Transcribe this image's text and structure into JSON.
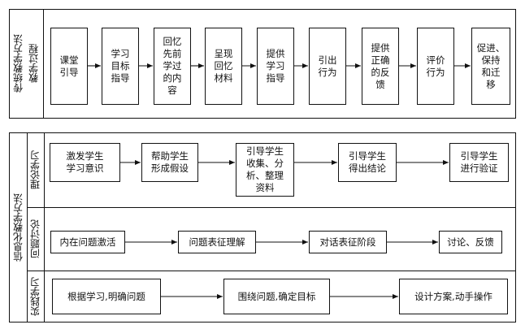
{
  "top": {
    "label_outer": "传统教学方法",
    "label_inner": "教学过程",
    "steps": [
      "课堂\n引导",
      "学习\n目标\n指导",
      "回忆\n先前\n学过\n的内\n容",
      "呈现\n回忆\n材料",
      "提供\n学习\n指导",
      "引出\n行为",
      "提供\n正确\n的反\n馈",
      "评价\n行为",
      "促进、\n保持\n和迁\n移"
    ]
  },
  "bottom": {
    "label_outer": "信息化教学方法",
    "rows": [
      {
        "label": "理论学习",
        "steps": [
          "激发学生\n学习意识",
          "帮助学生\n形成假设",
          "引导学生\n收集、分\n析、整理\n资料",
          "引导学生\n得出结论",
          "引导学生\n进行验证"
        ]
      },
      {
        "label": "问题讨论",
        "steps": [
          "内在问题激活",
          "问题表征理解",
          "对话表征阶段",
          "讨论、反馈"
        ]
      },
      {
        "label": "实践学习",
        "steps": [
          "根据学习,明确问题",
          "围绕问题,确定目标",
          "设计方案,动手操作"
        ]
      }
    ]
  }
}
